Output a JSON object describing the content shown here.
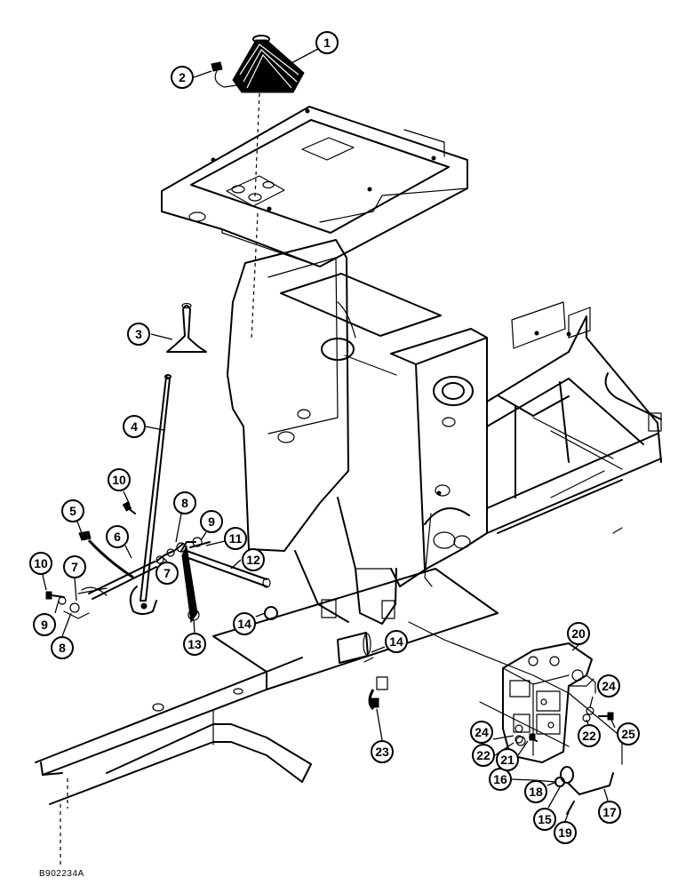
{
  "drawing_code": "B902234A",
  "callouts": [
    "1",
    "2",
    "3",
    "4",
    "5",
    "6",
    "7",
    "7",
    "8",
    "8",
    "9",
    "9",
    "10",
    "10",
    "11",
    "12",
    "13",
    "14",
    "14",
    "15",
    "16",
    "17",
    "18",
    "19",
    "20",
    "21",
    "22",
    "22",
    "23",
    "24",
    "24",
    "25"
  ]
}
